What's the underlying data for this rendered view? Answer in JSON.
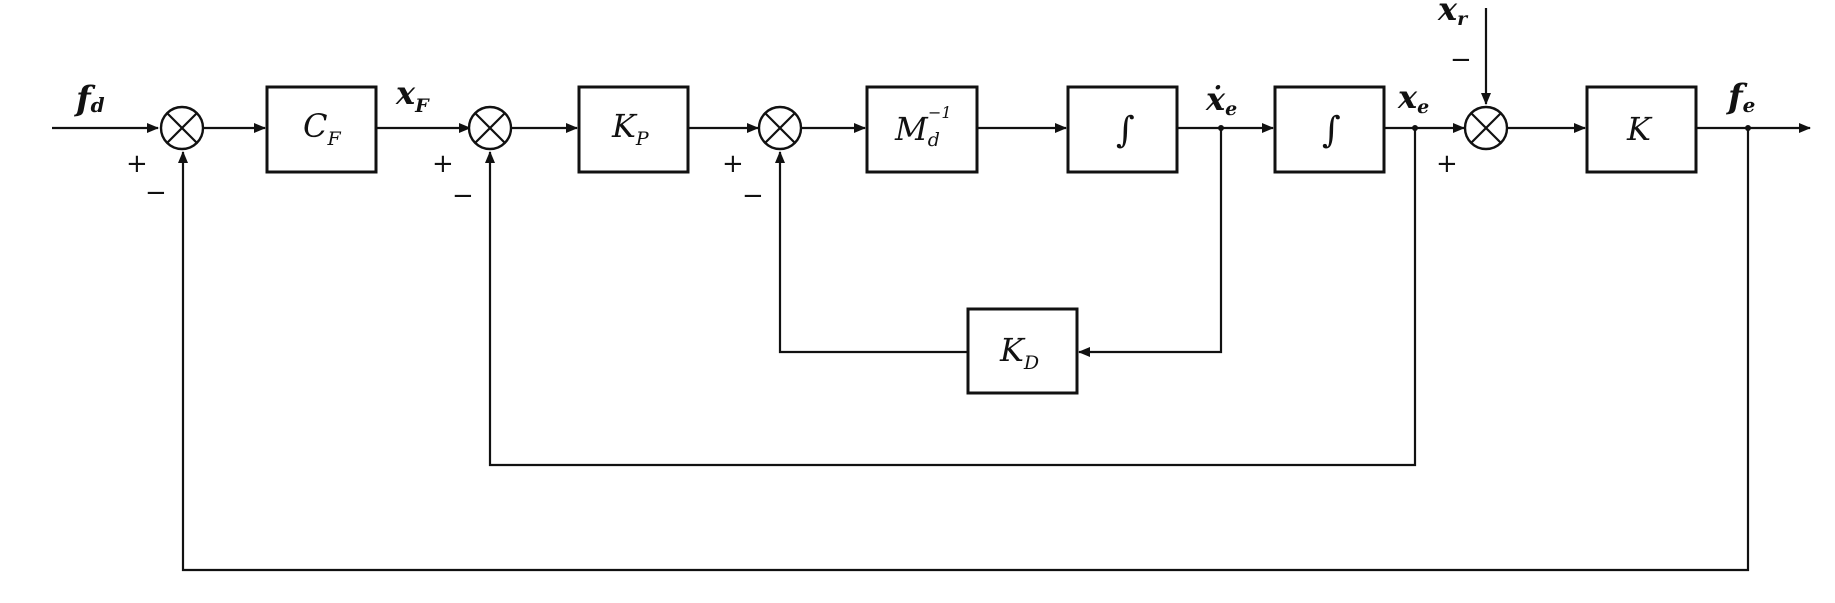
{
  "diagram": {
    "blocks": {
      "cf": {
        "main": "C",
        "sub": "F"
      },
      "kp": {
        "main": "K",
        "sub": "P"
      },
      "md": {
        "main": "M",
        "sub": "d",
        "sup": "−1"
      },
      "int1": {
        "symbol": "∫"
      },
      "int2": {
        "symbol": "∫"
      },
      "k": {
        "main": "K"
      },
      "kd": {
        "main": "K",
        "sub": "D"
      }
    },
    "signals": {
      "fd": {
        "main": "f",
        "sub": "d"
      },
      "xf": {
        "main": "x",
        "sub": "F"
      },
      "xe_dot": {
        "main": "ẋ",
        "sub": "e"
      },
      "xe": {
        "main": "x",
        "sub": "e"
      },
      "xr": {
        "main": "x",
        "sub": "r"
      },
      "fe": {
        "main": "f",
        "sub": "e"
      }
    },
    "signs": {
      "s1_plus": "+",
      "s1_minus": "−",
      "s2_plus": "+",
      "s2_minus": "−",
      "s3_plus": "+",
      "s3_minus": "−",
      "s4_plus": "+",
      "s4_minus": "−"
    }
  }
}
